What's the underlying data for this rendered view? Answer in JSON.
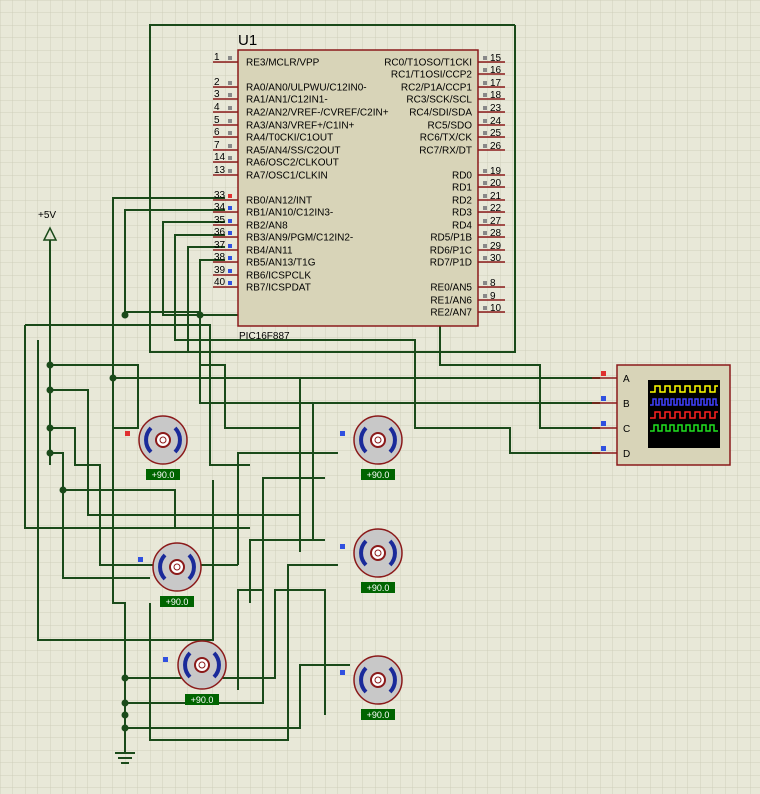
{
  "mcu": {
    "ref": "U1",
    "part": "PIC16F887",
    "left_pins": [
      {
        "num": "1",
        "name": "RE3/MCLR/VPP"
      },
      {
        "num": "2",
        "name": "RA0/AN0/ULPWU/C12IN0-"
      },
      {
        "num": "3",
        "name": "RA1/AN1/C12IN1-"
      },
      {
        "num": "4",
        "name": "RA2/AN2/VREF-/CVREF/C2IN+"
      },
      {
        "num": "5",
        "name": "RA3/AN3/VREF+/C1IN+"
      },
      {
        "num": "6",
        "name": "RA4/T0CKI/C1OUT"
      },
      {
        "num": "7",
        "name": "RA5/AN4/SS/C2OUT"
      },
      {
        "num": "14",
        "name": "RA6/OSC2/CLKOUT"
      },
      {
        "num": "13",
        "name": "RA7/OSC1/CLKIN"
      },
      {
        "num": "33",
        "name": "RB0/AN12/INT"
      },
      {
        "num": "34",
        "name": "RB1/AN10/C12IN3-"
      },
      {
        "num": "35",
        "name": "RB2/AN8"
      },
      {
        "num": "36",
        "name": "RB3/AN9/PGM/C12IN2-"
      },
      {
        "num": "37",
        "name": "RB4/AN11"
      },
      {
        "num": "38",
        "name": "RB5/AN13/T1G"
      },
      {
        "num": "39",
        "name": "RB6/ICSPCLK"
      },
      {
        "num": "40",
        "name": "RB7/ICSPDAT"
      }
    ],
    "right_pins": [
      {
        "num": "15",
        "name": "RC0/T1OSO/T1CKI"
      },
      {
        "num": "16",
        "name": "RC1/T1OSI/CCP2"
      },
      {
        "num": "17",
        "name": "RC2/P1A/CCP1"
      },
      {
        "num": "18",
        "name": "RC3/SCK/SCL"
      },
      {
        "num": "23",
        "name": "RC4/SDI/SDA"
      },
      {
        "num": "24",
        "name": "RC5/SDO"
      },
      {
        "num": "25",
        "name": "RC6/TX/CK"
      },
      {
        "num": "26",
        "name": "RC7/RX/DT"
      },
      {
        "num": "19",
        "name": "RD0"
      },
      {
        "num": "20",
        "name": "RD1"
      },
      {
        "num": "21",
        "name": "RD2"
      },
      {
        "num": "22",
        "name": "RD3"
      },
      {
        "num": "27",
        "name": "RD4"
      },
      {
        "num": "28",
        "name": "RD5/P1B"
      },
      {
        "num": "29",
        "name": "RD6/P1C"
      },
      {
        "num": "30",
        "name": "RD7/P1D"
      },
      {
        "num": "8",
        "name": "RE0/AN5"
      },
      {
        "num": "9",
        "name": "RE1/AN6"
      },
      {
        "num": "10",
        "name": "RE2/AN7"
      }
    ]
  },
  "power": {
    "label": "+5V"
  },
  "servos": [
    {
      "value": "+90.0"
    },
    {
      "value": "+90.0"
    },
    {
      "value": "+90.0"
    },
    {
      "value": "+90.0"
    },
    {
      "value": "+90.0"
    },
    {
      "value": "+90.0"
    }
  ],
  "scope": {
    "channels": [
      "A",
      "B",
      "C",
      "D"
    ],
    "trace_colors": [
      "#ffff00",
      "#4040ff",
      "#ff2020",
      "#20e020"
    ]
  },
  "colors": {
    "wire": "#1a4a1a",
    "component_outline": "#8b1a1a",
    "chip_fill": "#d8d4b8",
    "grid": "#d0d0bc",
    "background": "#e8e8d8"
  }
}
